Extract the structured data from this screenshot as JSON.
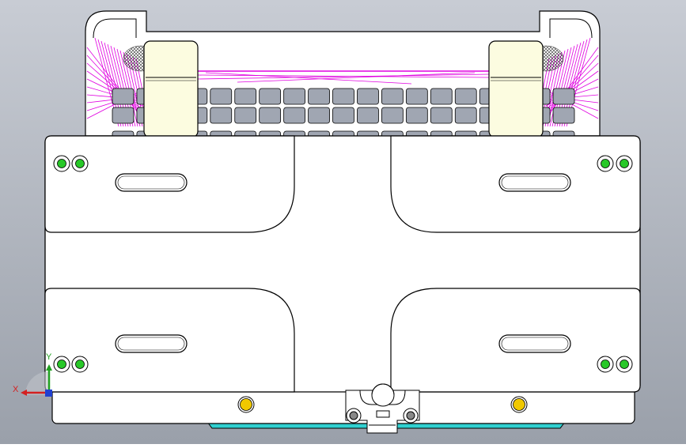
{
  "viewport": {
    "background_top": "#c8ccd4",
    "background_bottom": "#9aa0aa"
  },
  "triad": {
    "x_label": "X",
    "y_label": "Y",
    "x_color": "#d42020",
    "y_color": "#20a020",
    "z_color": "#2040d0"
  },
  "colors": {
    "outline": "#000000",
    "plate_fill": "#ffffff",
    "key_fill": "#a0a6b2",
    "support_fill": "#fcfce0",
    "hole_green": "#28c828",
    "pin_yellow": "#f0c800",
    "hatch_magenta": "#e000e0",
    "base_cyan": "#30d0d0"
  },
  "keyboard": {
    "rows": 3,
    "keys_per_row": 19
  }
}
